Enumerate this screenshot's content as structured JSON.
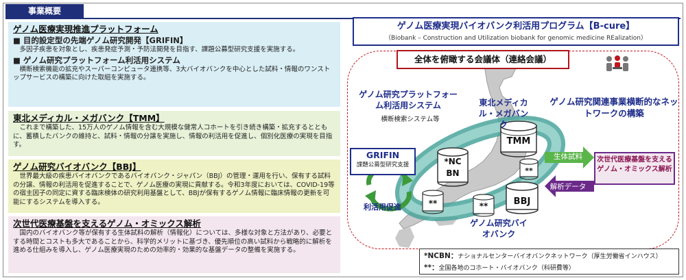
{
  "header": {
    "tab_label": "事業概要"
  },
  "panels": [
    {
      "title": "ゲノム医療実現推進プラットフォーム",
      "subsections": [
        {
          "heading": "■ 目的設定型の先端ゲノム研究開発【GRIFIN】",
          "text": "多因子疾患を対象とし、疾患発症予測・予防法開発を目指す、課題公募型研究支援を実施する。"
        },
        {
          "heading": "■ ゲノム研究プラットフォーム利活用システム",
          "text": "横断検索機能の拡充やスーパーコンピュータ連携等、3大バイオバンクを中心とした試料・情報のワンストップサービスの構築に向けた取組を実施する。"
        }
      ]
    },
    {
      "title": "東北メディカル・メガバンク【TMM】",
      "text": "これまで構築した、15万人のゲノム情報を含む大規模な健常人コホートを引き続き構築・拡充するとともに、蓄積したバンクの維持と、試料・情報の分譲を実施し、情報の利活用を促進し、個別化医療の実現を目指す。"
    },
    {
      "title": "ゲノム研究バイオバンク【BBJ】",
      "text": "世界最大級の疾患バイオバンクであるバイオバンク・ジャパン（BBJ）の管理・運用を行い、保有する試料の分譲、情報の利活用を促進することで、ゲノム医療の実現に貢献する。令和3年度においては、COVID-19等の宿主因子の同定に資する臨床検体の研究利用基盤として、BBJが保有するゲノム情報に臨床情報の更新を可能にするシステムを導入する。"
    },
    {
      "title": "次世代医療基盤を支えるゲノム・オミックス解析",
      "text": "国内のバイオバンク等が保有する生体試料の解析（情報化）については、多様な対象と方法があり、必要とする時間とコストも多大であることから、科学的メリットに基づき、優先順位の高い試料から戦略的に解析を進める仕組みを導入し、ゲノム医療実現のための効率的・効果的な基盤データの整備を実施する。"
    }
  ],
  "program": {
    "title": "ゲノム医療実現バイオバンク利活用プログラム【B-cure】",
    "subtitle": "（Biobank – Construction and Utilization biobank for genomic medicine REalization）"
  },
  "diagram": {
    "council": "全体を俯瞰する会議体（連絡会議）",
    "platform_label": "ゲノム研究プラットフォーム利活用システム",
    "platform_sub": "横断検索システム等",
    "tohoku_label": "東北メディカル・メガバンク",
    "tmm": "TMM",
    "kanren_label": "ゲノム研究関連事業横断的なネットワークの構築",
    "grifin_title": "GRIFIN",
    "grifin_sub": "課題公募型研究支援",
    "ncbn": "*NC BN",
    "star2": "**",
    "bbj": "BBJ",
    "bbj_label": "ゲノム研究バイオバンク",
    "seitai": "生体試料",
    "kaiseki": "解析データ",
    "riyou": "利活用促進",
    "omics": "次世代医療基盤を支えるゲノム・オミックス解析",
    "colors": {
      "navy": "#1e2d8a",
      "red": "#c0151c",
      "teal": "#4aa59c",
      "green": "#3d9a3b",
      "purple": "#6b2a8a"
    }
  },
  "notes": [
    {
      "mark": "*NCBN：",
      "text": "ナショナルセンターバイオバンクネットワーク（厚生労働省インハウス）"
    },
    {
      "mark": "**：",
      "text": "全国各地のコホート・バイオバンク（科研費等）"
    }
  ]
}
